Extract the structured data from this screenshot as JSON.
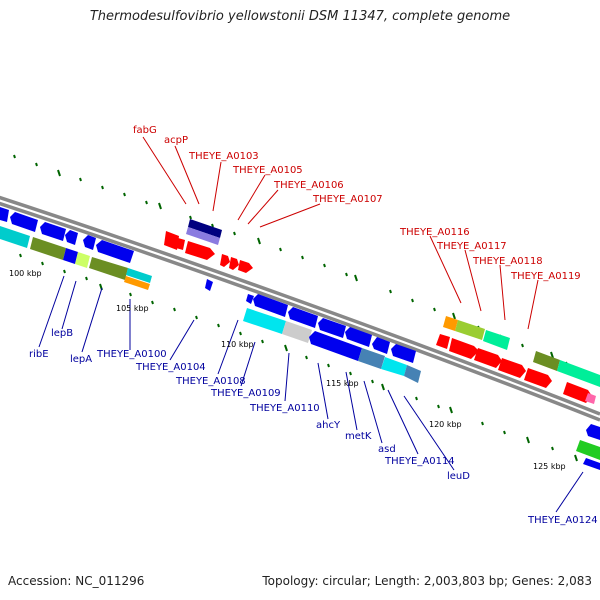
{
  "title": "Thermodesulfovibrio yellowstonii DSM 11347, complete genome",
  "accession": "Accession: NC_011296",
  "summary": "Topology: circular; Length: 2,003,803 bp; Genes: 2,083",
  "scale_labels": [
    "100 kbp",
    "105 kbp",
    "110 kbp",
    "115 kbp",
    "120 kbp",
    "125 kbp"
  ],
  "forward_genes": [
    "fabG",
    "acpP",
    "THEYE_A0103",
    "THEYE_A0105",
    "THEYE_A0106",
    "THEYE_A0107",
    "THEYE_A0116",
    "THEYE_A0117",
    "THEYE_A0118",
    "THEYE_A0119"
  ],
  "reverse_genes": [
    "ribE",
    "lepB",
    "lepA",
    "THEYE_A0100",
    "THEYE_A0104",
    "THEYE_A0108",
    "THEYE_A0109",
    "THEYE_A0110",
    "ahcY",
    "metK",
    "asd",
    "THEYE_A0114",
    "leuD",
    "THEYE_A0124"
  ],
  "colors": {
    "forward": "#ff0000",
    "reverse": "#0000ee",
    "forward_label": "#cc0000",
    "reverse_label": "#00009e",
    "backbone": "#888888",
    "tick": "#006400"
  }
}
